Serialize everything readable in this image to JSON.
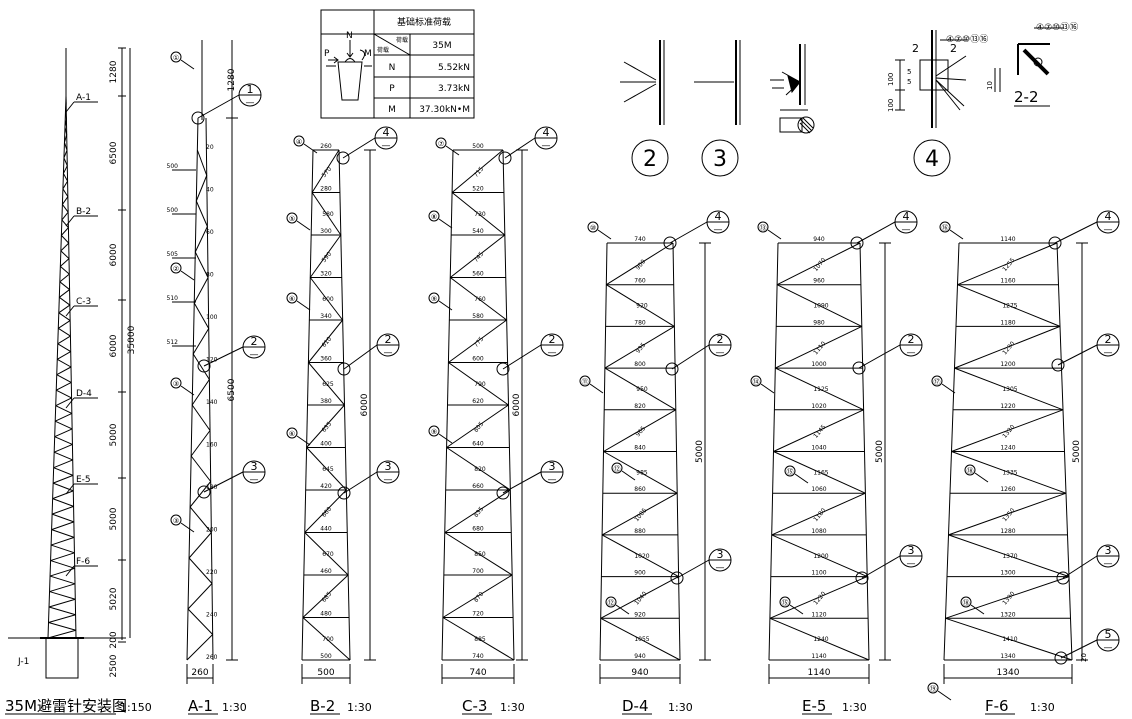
{
  "load_table": {
    "header": "基础标准荷载",
    "corner_top": "荷载",
    "corner_bottom": "荷载",
    "col_height": "35M",
    "rows": [
      {
        "label": "N",
        "value": "5.52kN"
      },
      {
        "label": "P",
        "value": "3.73kN"
      },
      {
        "label": "M",
        "value": "37.30kN•M"
      }
    ],
    "icon_labels": {
      "p": "P",
      "n": "N",
      "m": "M"
    }
  },
  "overview": {
    "title": "35M避雷针安装图",
    "scale": "1:150",
    "sections": [
      "A-1",
      "B-2",
      "C-3",
      "D-4",
      "E-5",
      "F-6"
    ],
    "dims": [
      "1280",
      "6500",
      "6000",
      "6000",
      "5000",
      "5000",
      "5020",
      "200",
      "2500"
    ],
    "total": "35000",
    "foundation": "J-1"
  },
  "details": {
    "d2": "2",
    "d3": "3",
    "d4": "4",
    "d22": "2-2",
    "d22_tag": "④⑦⑩⑬⑯",
    "d4_tag": "④⑦⑩⑬⑯",
    "d4_dims": [
      "2",
      "2",
      "5",
      "5",
      "100",
      "100",
      "10"
    ]
  },
  "elevations": [
    {
      "title": "A-1",
      "scale": "1:30",
      "base": "260",
      "widths": [
        "20",
        "40",
        "60",
        "80",
        "100",
        "120",
        "140",
        "160",
        "180",
        "200",
        "220",
        "240",
        "260"
      ],
      "segs": [
        "500",
        "500",
        "505",
        "510",
        "512"
      ],
      "dims": [
        "1280",
        "6500"
      ]
    },
    {
      "title": "B-2",
      "scale": "1:30",
      "base": "500",
      "widths": [
        "260",
        "280",
        "300",
        "320",
        "340",
        "360",
        "380",
        "400",
        "420",
        "440",
        "460",
        "480",
        "500"
      ],
      "diags": [
        "570",
        "580",
        "590",
        "600",
        "610",
        "625",
        "635",
        "645",
        "660",
        "670",
        "685",
        "700"
      ],
      "dims": [
        "6000"
      ]
    },
    {
      "title": "C-3",
      "scale": "1:30",
      "base": "740",
      "widths": [
        "500",
        "520",
        "540",
        "560",
        "580",
        "600",
        "620",
        "640",
        "660",
        "680",
        "700",
        "720",
        "740"
      ],
      "diags": [
        "715",
        "730",
        "745",
        "760",
        "775",
        "790",
        "805",
        "820",
        "835",
        "850",
        "870",
        "885"
      ],
      "dims": [
        "6000"
      ]
    },
    {
      "title": "D-4",
      "scale": "1:30",
      "base": "940",
      "widths": [
        "740",
        "760",
        "780",
        "800",
        "820",
        "840",
        "860",
        "880",
        "900",
        "920",
        "940"
      ],
      "diags": [
        "900",
        "920",
        "935",
        "950",
        "965",
        "985",
        "1005",
        "1020",
        "1040",
        "1055"
      ],
      "dims": [
        "5000"
      ]
    },
    {
      "title": "E-5",
      "scale": "1:30",
      "base": "1140",
      "widths": [
        "940",
        "960",
        "980",
        "1000",
        "1020",
        "1040",
        "1060",
        "1080",
        "1100",
        "1120",
        "1140"
      ],
      "diags": [
        "1070",
        "1090",
        "1110",
        "1125",
        "1145",
        "1165",
        "1180",
        "1200",
        "1220",
        "1240"
      ],
      "dims": [
        "5000"
      ]
    },
    {
      "title": "F-6",
      "scale": "1:30",
      "base": "1340",
      "widths": [
        "1140",
        "1160",
        "1180",
        "1200",
        "1220",
        "1240",
        "1260",
        "1280",
        "1300",
        "1320",
        "1340"
      ],
      "diags": [
        "1255",
        "1275",
        "1290",
        "1305",
        "1320",
        "1335",
        "1350",
        "1370",
        "1390",
        "1410"
      ],
      "dims": [
        "5000",
        "20"
      ]
    }
  ],
  "markers": {
    "m1": "1",
    "m2": "2",
    "m3": "3",
    "m4": "4",
    "m5": "5",
    "dash": "—"
  },
  "part_tags": [
    "①",
    "②",
    "③",
    "④",
    "⑤",
    "⑥",
    "⑦",
    "⑧",
    "⑨",
    "⑩",
    "⑪",
    "⑫",
    "⑬",
    "⑭",
    "⑮",
    "⑯",
    "⑰",
    "⑱",
    "⑲"
  ]
}
